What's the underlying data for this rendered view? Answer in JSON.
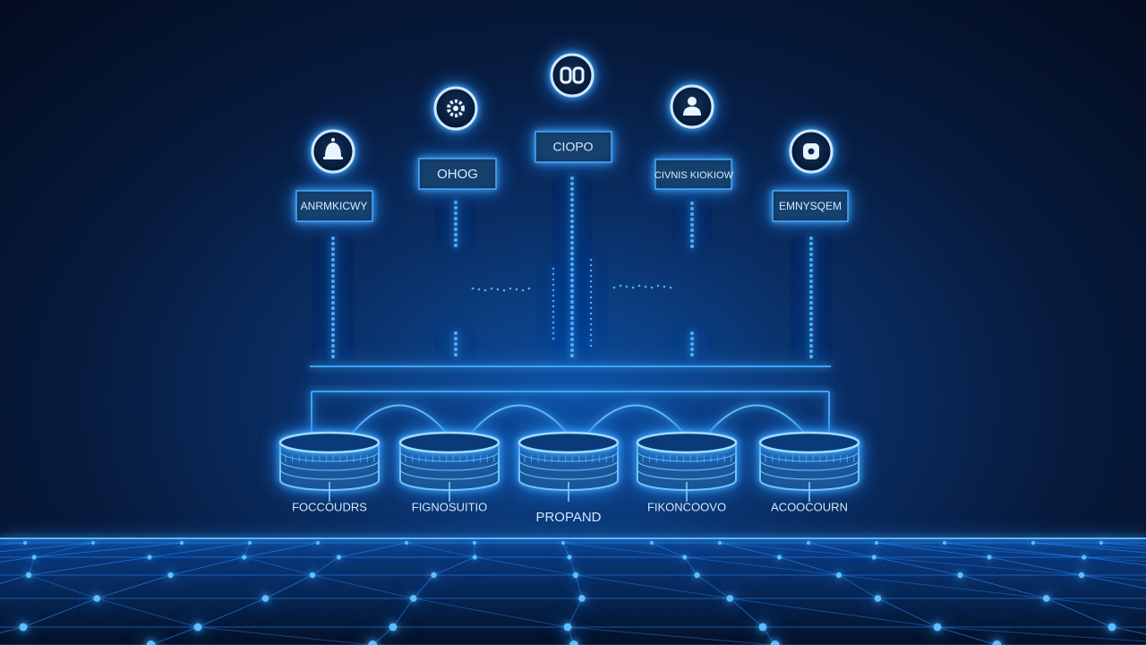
{
  "colors": {
    "background_dark": "#040c20",
    "background_mid": "#0a2f66",
    "accent": "#3aa7ff",
    "accent_bright": "#8fd3ff",
    "grid": "#2a8bff"
  },
  "diagram": {
    "nodes": [
      {
        "label": "ANRMKICWY",
        "icon": "bell-icon"
      },
      {
        "label": "OHOG",
        "icon": "gear-icon"
      },
      {
        "label": "CIOPO",
        "icon": "chain-icon"
      },
      {
        "label": "CIVNIS KIOKIOW",
        "icon": "user-icon"
      },
      {
        "label": "EMNYSQEM",
        "icon": "settings-icon"
      }
    ],
    "databases": [
      {
        "label": "FOCCOUDRS"
      },
      {
        "label": "FIGNOSUITIO"
      },
      {
        "label": "PROPAND"
      },
      {
        "label": "FIKONCOOVO"
      },
      {
        "label": "ACOOCOURN"
      }
    ]
  }
}
